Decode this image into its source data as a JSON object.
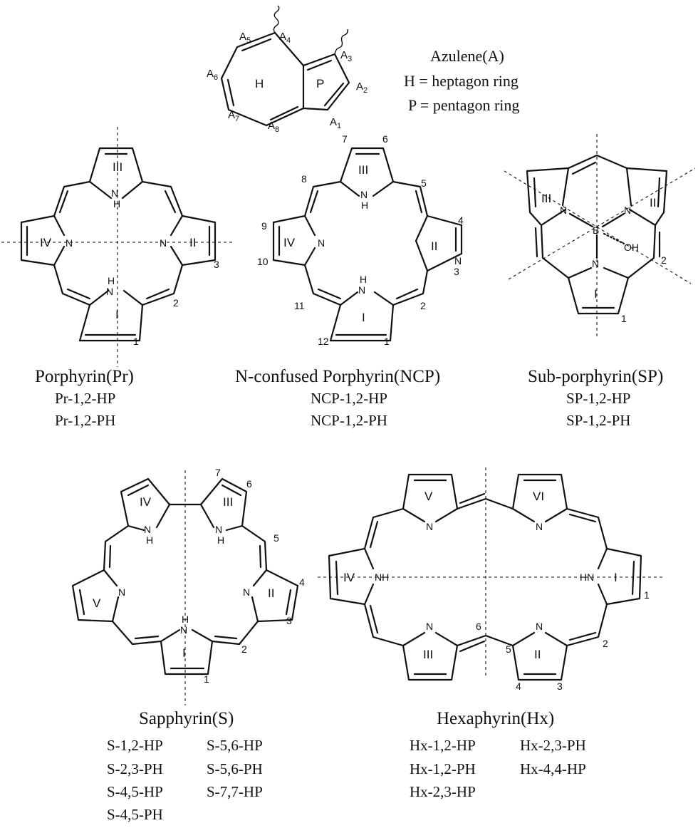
{
  "azulene": {
    "title": "Azulene(A)",
    "line_h": "H = heptagon ring",
    "line_p": "P = pentagon ring",
    "ring_h": "H",
    "ring_p": "P",
    "atoms": [
      "A1",
      "A2",
      "A3",
      "A4",
      "A5",
      "A6",
      "A7",
      "A8"
    ]
  },
  "porphyrin": {
    "title": "Porphyrin(Pr)",
    "isomers": [
      "Pr-1,2-HP",
      "Pr-1,2-PH"
    ],
    "rings": [
      "I",
      "II",
      "III",
      "IV"
    ],
    "positions": [
      "1",
      "2",
      "3"
    ]
  },
  "ncp": {
    "title": "N-confused Porphyrin(NCP)",
    "isomers": [
      "NCP-1,2-HP",
      "NCP-1,2-PH"
    ],
    "rings": [
      "I",
      "II",
      "III",
      "IV"
    ],
    "positions": [
      "1",
      "2",
      "3",
      "4",
      "5",
      "6",
      "7",
      "8",
      "9",
      "10",
      "11",
      "12"
    ]
  },
  "subporphyrin": {
    "title": "Sub-porphyrin(SP)",
    "isomers": [
      "SP-1,2-HP",
      "SP-1,2-PH"
    ],
    "rings": [
      "I",
      "II",
      "III"
    ],
    "positions": [
      "1",
      "2"
    ],
    "center": "B",
    "oh": "OH"
  },
  "sapphyrin": {
    "title": "Sapphyrin(S)",
    "isomers": [
      "S-1,2-HP",
      "S-5,6-HP",
      "S-2,3-PH",
      "S-5,6-PH",
      "S-4,5-HP",
      "S-7,7-HP",
      "S-4,5-PH"
    ],
    "rings": [
      "I",
      "II",
      "III",
      "IV",
      "V"
    ],
    "positions": [
      "1",
      "2",
      "3",
      "4",
      "5",
      "6",
      "7"
    ]
  },
  "hexaphyrin": {
    "title": "Hexaphyrin(Hx)",
    "isomers": [
      "Hx-1,2-HP",
      "Hx-2,3-PH",
      "Hx-1,2-PH",
      "Hx-4,4-HP",
      "Hx-2,3-HP"
    ],
    "rings": [
      "I",
      "II",
      "III",
      "IV",
      "V",
      "VI"
    ],
    "positions": [
      "1",
      "2",
      "3",
      "4",
      "5",
      "6"
    ]
  },
  "atom_labels": {
    "n": "N",
    "nh": "NH",
    "hn": "HN",
    "h": "H"
  }
}
